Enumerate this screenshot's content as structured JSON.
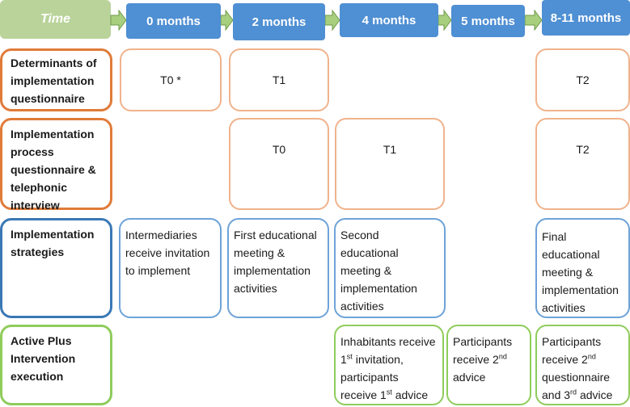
{
  "time_label": "Time",
  "time_points": [
    "0 months",
    "2 months",
    "4 months",
    "5 months",
    "8-11 months"
  ],
  "rows": {
    "determinants": {
      "label": "Determinants of implementation questionnaire",
      "cells": {
        "m0": "T0 *",
        "m2": "T1",
        "m8": "T2"
      }
    },
    "process": {
      "label": "Implementation process questionnaire & telephonic interview",
      "cells": {
        "m2": "T0",
        "m4": "T1",
        "m8": "T2"
      }
    },
    "strategies": {
      "label": "Implementation strategies",
      "cells": {
        "m0": "Intermediaries receive invitation to implement",
        "m2": "First educational meeting & implementation activities",
        "m4": "Second educational meeting & implementation activities",
        "m8": "Final educational meeting & implementation activities"
      }
    },
    "execution": {
      "label": "Active Plus Intervention execution",
      "cells": {
        "m4": {
          "a": "Inhabitants receive 1",
          "a_sup": "st",
          "b": " invitation, participants receive 1",
          "b_sup": "st",
          "c": " advice"
        },
        "m5": {
          "a": "Participants receive 2",
          "a_sup": "nd",
          "b": " advice"
        },
        "m8": {
          "a": "Participants receive 2",
          "a_sup": "nd",
          "b": " questionnaire and 3",
          "b_sup": "rd",
          "c": " advice"
        }
      }
    }
  },
  "colors": {
    "time_box": "#b9d39a",
    "header_box": "#4f8fd3",
    "arrow": "#a7cf7e",
    "orange_label": "#e07b39",
    "orange_cell": "#f0b38c",
    "blue_label": "#3a78b5",
    "blue_cell": "#6ea3d8",
    "green": "#8fcc5c"
  }
}
